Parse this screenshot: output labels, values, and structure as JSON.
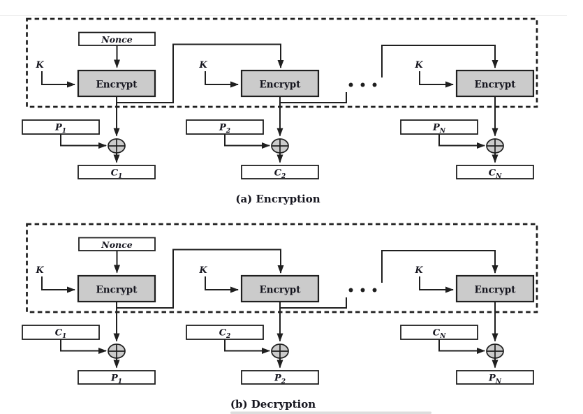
{
  "colors": {
    "line": "#1f1f1f",
    "box_fill": "#cbcbcb",
    "box_bg": "#ffffff",
    "text": "#16161f",
    "page_bg": "#ffffff",
    "faint_rule": "#e9e9e9",
    "smudge": "#d2d2d2"
  },
  "shared": {
    "nonce": "Nonce",
    "key": "K",
    "encrypt": "Encrypt"
  },
  "diagram_a": {
    "caption": "(a) Encryption",
    "inputs": [
      {
        "base": "P",
        "sub": "1"
      },
      {
        "base": "P",
        "sub": "2"
      },
      {
        "base": "P",
        "sub": "N"
      }
    ],
    "outputs": [
      {
        "base": "C",
        "sub": "1"
      },
      {
        "base": "C",
        "sub": "2"
      },
      {
        "base": "C",
        "sub": "N"
      }
    ]
  },
  "diagram_b": {
    "caption": "(b) Decryption",
    "inputs": [
      {
        "base": "C",
        "sub": "1"
      },
      {
        "base": "C",
        "sub": "2"
      },
      {
        "base": "C",
        "sub": "N"
      }
    ],
    "outputs": [
      {
        "base": "P",
        "sub": "1"
      },
      {
        "base": "P",
        "sub": "2"
      },
      {
        "base": "P",
        "sub": "N"
      }
    ]
  }
}
